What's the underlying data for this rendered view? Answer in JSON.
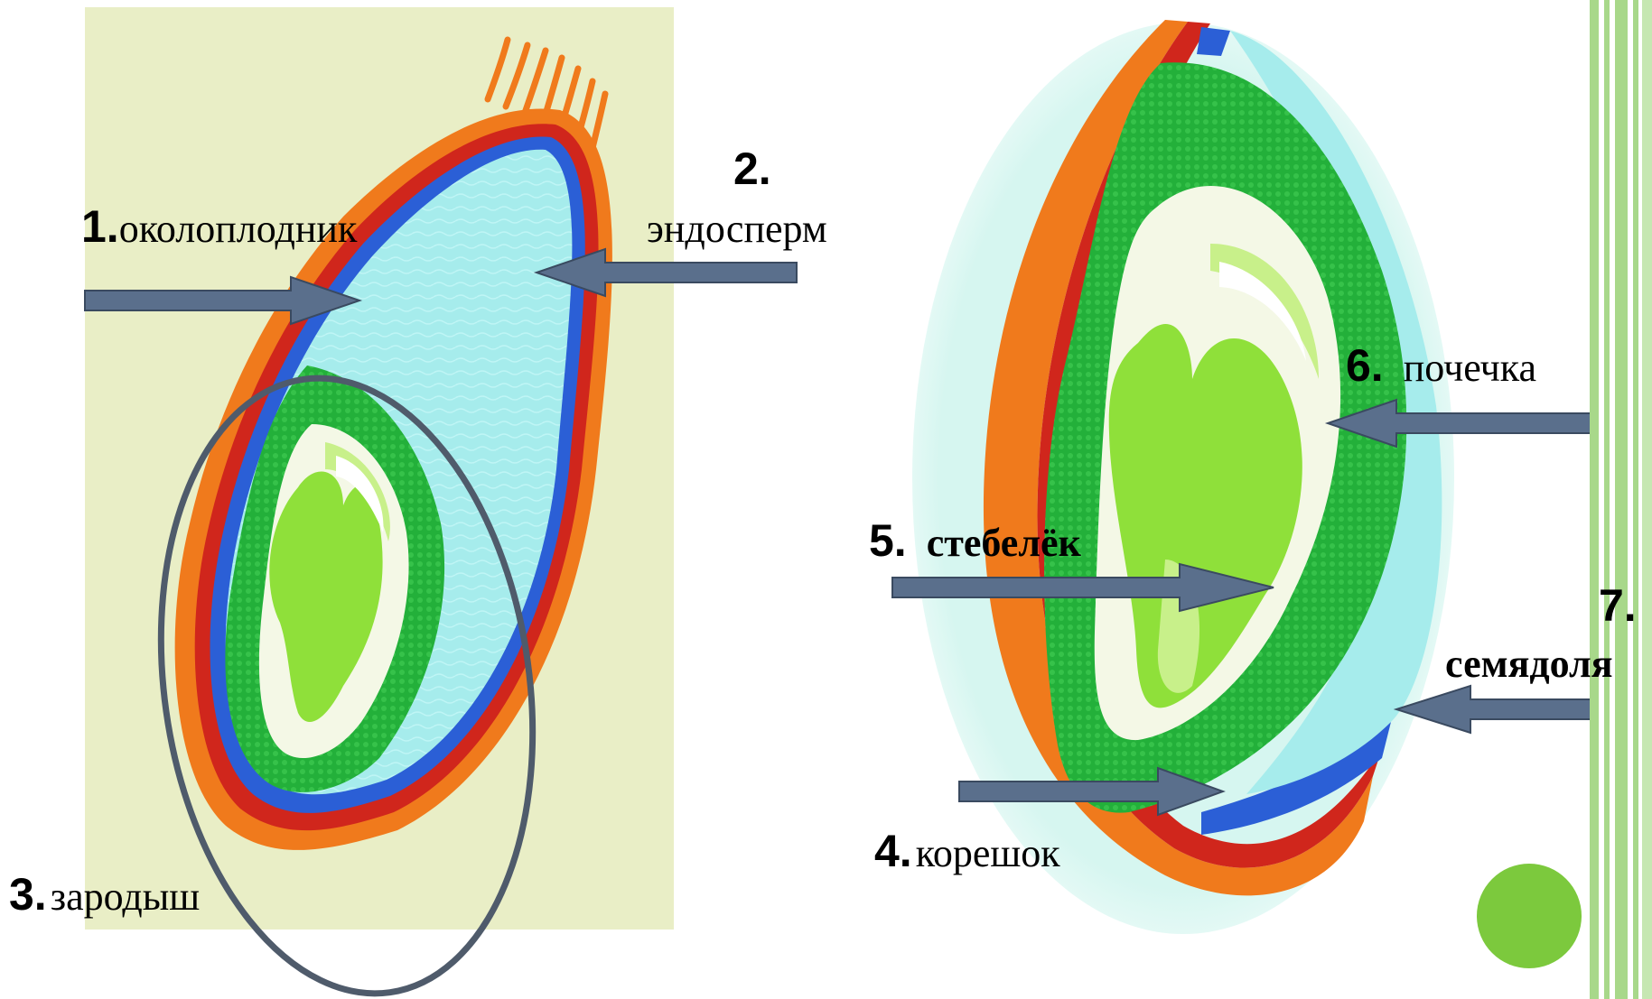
{
  "colors": {
    "panel_bg": "#e9eec6",
    "pericarp": "#f07a1c",
    "red_layer": "#d0261c",
    "blue_layer": "#2b5fd6",
    "endosperm": "#a6ecec",
    "embryo_dark": "#23b03a",
    "embryo_light": "#8fe03a",
    "arrow_fill": "#5a6f8c",
    "ellipse_stroke": "#4f5b6b",
    "accent_circle": "#7cc93d",
    "side_stripes": "#a8d88a"
  },
  "labels": {
    "l1": {
      "num": "1.",
      "text": "околоплодник"
    },
    "l2": {
      "num": "2.",
      "text": "эндосперм"
    },
    "l3": {
      "num": "3.",
      "text": "зародыш"
    },
    "l4": {
      "num": "4.",
      "text": "корешок"
    },
    "l5": {
      "num": "5.",
      "text": "стебелёк"
    },
    "l6": {
      "num": "6.",
      "text": "почечка"
    },
    "l7": {
      "num": "7.",
      "text": "семядоля"
    }
  },
  "decor": {
    "accent_circle": "green-circle",
    "side_border": "green-stripes"
  }
}
